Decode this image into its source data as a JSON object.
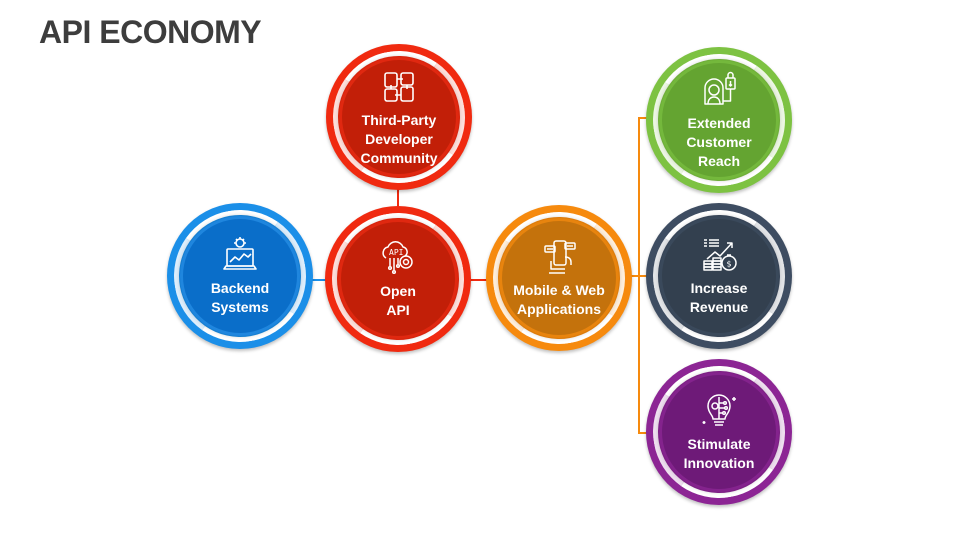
{
  "title": "API ECONOMY",
  "colors": {
    "blue": {
      "rim": "#1b8fe8",
      "core": "#0a6ec9",
      "ring": "#1f86de"
    },
    "red": {
      "rim": "#f02a10",
      "core": "#c21f08",
      "ring": "#e02810"
    },
    "orange": {
      "rim": "#f68a0e",
      "core": "#c4720c",
      "ring": "#e8840e"
    },
    "green": {
      "rim": "#7dc242",
      "core": "#64a431",
      "ring": "#74b83c"
    },
    "slate": {
      "rim": "#3e4d62",
      "core": "#33404f",
      "ring": "#3a495b"
    },
    "purple": {
      "rim": "#8c2594",
      "core": "#6e1a78",
      "ring": "#84238d"
    },
    "connector_blue": "#1b8fe8",
    "connector_red": "#f02a10",
    "connector_orange": "#f68a0e"
  },
  "nodes": {
    "third_party": {
      "label": "Third-Party\nDeveloper\nCommunity",
      "icon": "hands-teamwork-icon"
    },
    "backend": {
      "label": "Backend\nSystems",
      "icon": "laptop-analytics-gear-icon"
    },
    "open_api": {
      "label": "Open\nAPI",
      "icon": "api-cloud-gear-icon"
    },
    "mobile_web": {
      "label": "Mobile & Web\nApplications",
      "icon": "hand-smartphone-icon"
    },
    "customer_reach": {
      "label": "Extended\nCustomer\nReach",
      "icon": "customer-shopping-bag-icon"
    },
    "revenue": {
      "label": "Increase\nRevenue",
      "icon": "coins-growth-chart-icon"
    },
    "innovation": {
      "label": "Stimulate\nInnovation",
      "icon": "lightbulb-circuit-icon"
    }
  }
}
